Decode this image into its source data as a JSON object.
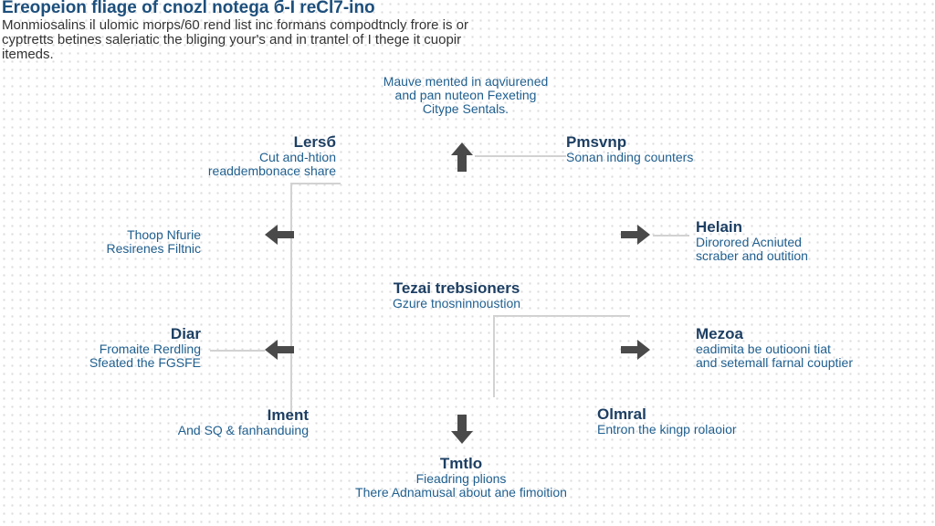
{
  "header": {
    "title": "Ereopeion fliage of cnozl notega б-I reCl7-ino",
    "description": "Monmiosalins il ulomic morps/60 rend list inc formans compodtncly frore is or cyptretts betines saleriatic the bliging your's and in trantel of I thege it cuopir itemeds."
  },
  "nodes": {
    "top": {
      "lines": [
        "Mauve mented in aqviurened",
        "and pan nuteon Fexeting",
        "Citype Sentals."
      ]
    },
    "upper_left": {
      "title": "Lersб",
      "lines": [
        "Cut and-htion",
        "readdembonace share"
      ]
    },
    "upper_right": {
      "title": "Pmsvnp",
      "lines": [
        "Sonan inding counters"
      ]
    },
    "mid_left": {
      "lines": [
        "Thoop Nfurie",
        "Resirenes Filtnic"
      ]
    },
    "mid_right": {
      "title": "Helain",
      "lines": [
        "Dirorored Acniuted",
        "scraber and outition"
      ]
    },
    "center": {
      "title": "Tezai trebsioners",
      "lines": [
        "Gzure tnosninnoustion"
      ]
    },
    "lower_left": {
      "title": "Diar",
      "lines": [
        "Fromaite Rerdling",
        "Sfeated the FGSFE"
      ]
    },
    "lower_right": {
      "title": "Mezoa",
      "lines": [
        "eadimita be outiooni tiat",
        "and setemall farnal couptier"
      ]
    },
    "bottom_left": {
      "title": "Iment",
      "lines": [
        "And SQ & fanhanduing"
      ]
    },
    "bottom_right": {
      "title": "Olmral",
      "lines": [
        "Entron the kingp rolaoior"
      ]
    },
    "bottom": {
      "title": "Tmtlo",
      "lines": [
        "Fieadring plions",
        "There Adnamusal about ane fimoition"
      ]
    }
  },
  "colors": {
    "title": "#1d3f63",
    "text": "#1f5f8f",
    "arrow": "#4a4a4a"
  }
}
